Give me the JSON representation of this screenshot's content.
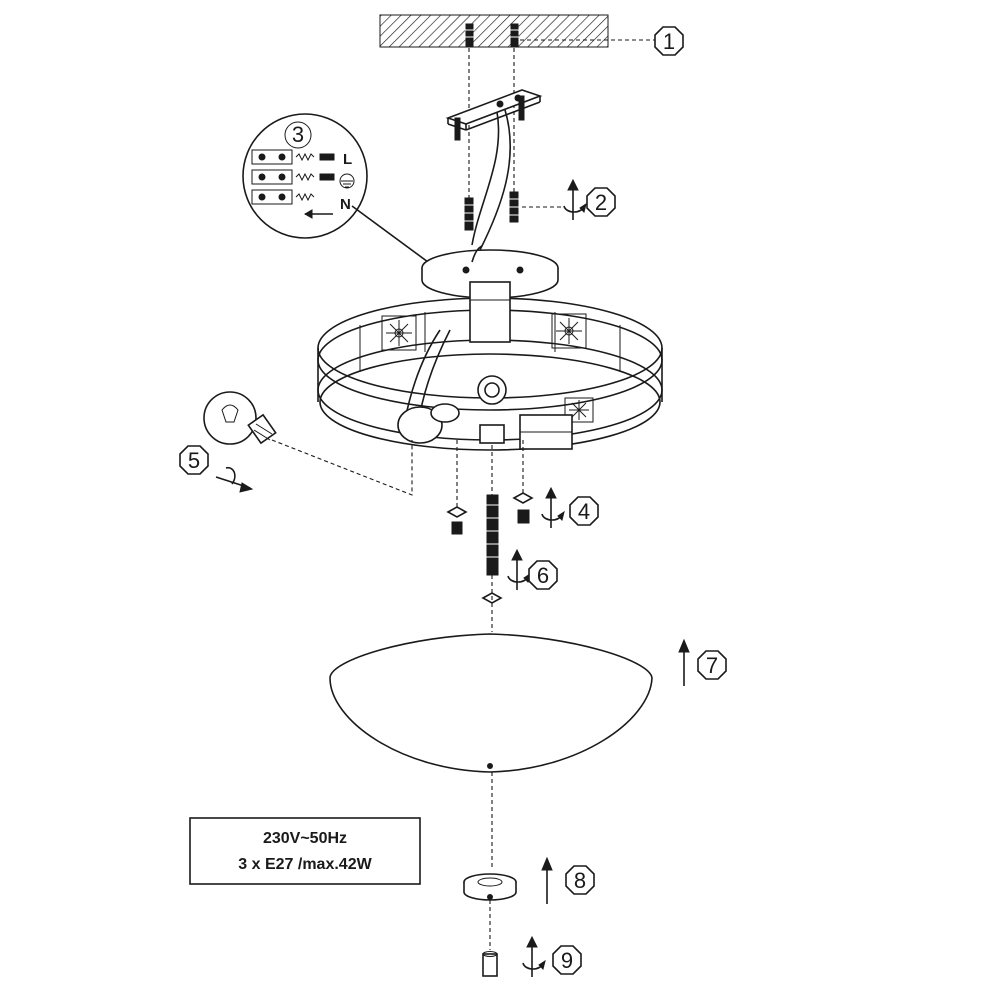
{
  "spec_box": {
    "line1": "230V~50Hz",
    "line2": "3 x E27 /max.42W"
  },
  "callouts": [
    "1",
    "2",
    "3",
    "4",
    "5",
    "6",
    "7",
    "8",
    "9"
  ],
  "wiring": {
    "live": "L",
    "neutral": "N"
  },
  "icons": {
    "ground": "ground-symbol-icon",
    "bulb": "light-bulb-icon",
    "rotate": "rotate-arrow-icon",
    "up": "up-arrow-icon"
  }
}
